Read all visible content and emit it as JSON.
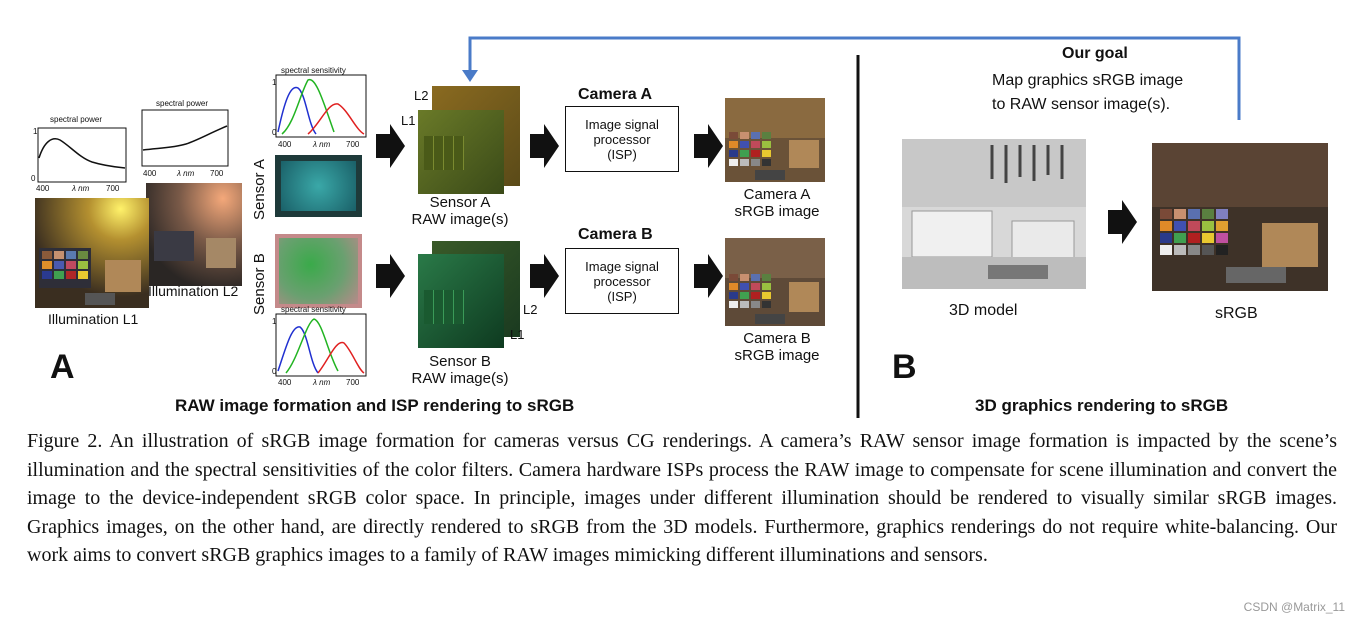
{
  "panel_a": {
    "letter": "A",
    "subtitle": "RAW image formation and ISP rendering to sRGB",
    "spectral_power_label_1": "spectral power",
    "spectral_power_label_2": "spectral power",
    "spectral_sensitivity_label_top": "spectral sensitivity",
    "spectral_sensitivity_label_bottom": "spectral sensitivity",
    "axis_one": "1",
    "axis_zero": "0",
    "axis_400": "400",
    "axis_700": "700",
    "axis_unit": "λ nm",
    "illumination_l1": "Illumination L1",
    "illumination_l2": "Illumination L2",
    "sensor_a_side": "Sensor A",
    "sensor_b_side": "Sensor B",
    "l1": "L1",
    "l2": "L2",
    "sensor_a_raw_line1": "Sensor A",
    "sensor_a_raw_line2": "RAW image(s)",
    "sensor_b_raw_line1": "Sensor B",
    "sensor_b_raw_line2": "RAW image(s)",
    "camera_a": "Camera A",
    "camera_b": "Camera B",
    "isp_line1": "Image signal",
    "isp_line2": "processor",
    "isp_line3": "(ISP)",
    "camera_a_out_line1": "Camera A",
    "camera_a_out_line2": "sRGB image",
    "camera_b_out_line1": "Camera B",
    "camera_b_out_line2": "sRGB image"
  },
  "panel_b": {
    "letter": "B",
    "subtitle": "3D graphics rendering to sRGB",
    "goal_title": "Our goal",
    "goal_line1": "Map graphics sRGB image",
    "goal_line2": "to RAW sensor image(s).",
    "model_label": "3D model",
    "srgb_label": "sRGB"
  },
  "caption": "Figure 2. An illustration of sRGB image formation for cameras versus CG renderings. A camera’s RAW sensor image formation is impacted by the scene’s illumination and the spectral sensitivities of the color filters. Camera hardware ISPs process the RAW image to compensate for scene illumination and convert the image to the device-independent sRGB color space. In principle, images under different illumination should be rendered to visually similar sRGB images. Graphics images, on the other hand, are directly rendered to sRGB from the 3D models. Furthermore, graphics renderings do not require white-balancing. Our work aims to convert sRGB graphics images to a family of RAW images mimicking different illuminations and sensors.",
  "watermark": "CSDN @Matrix_11",
  "colors": {
    "arrow_blue": "#4a7bc8",
    "red": "#e02020",
    "green": "#22b422",
    "blue": "#2030d0"
  }
}
